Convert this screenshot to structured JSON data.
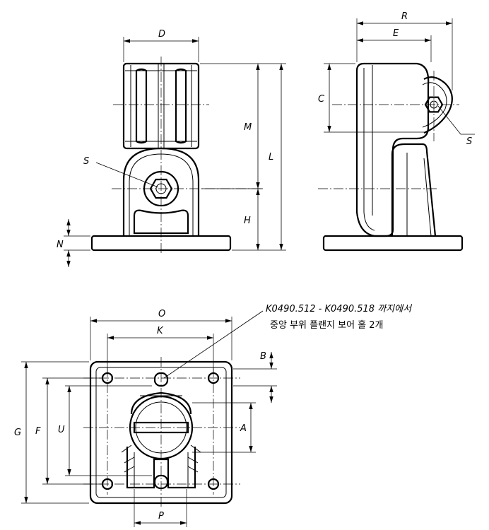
{
  "labels": {
    "D": "D",
    "M": "M",
    "L": "L",
    "H": "H",
    "N": "N",
    "S": "S",
    "R": "R",
    "E": "E",
    "C": "C",
    "O": "O",
    "K": "K",
    "B": "B",
    "G": "G",
    "F": "F",
    "U": "U",
    "A": "A",
    "P": "P"
  },
  "note": {
    "line1": "K0490.512 - K0490.518 까지에서",
    "line2": "중앙 부위 플랜지 보어 홀 2개"
  }
}
